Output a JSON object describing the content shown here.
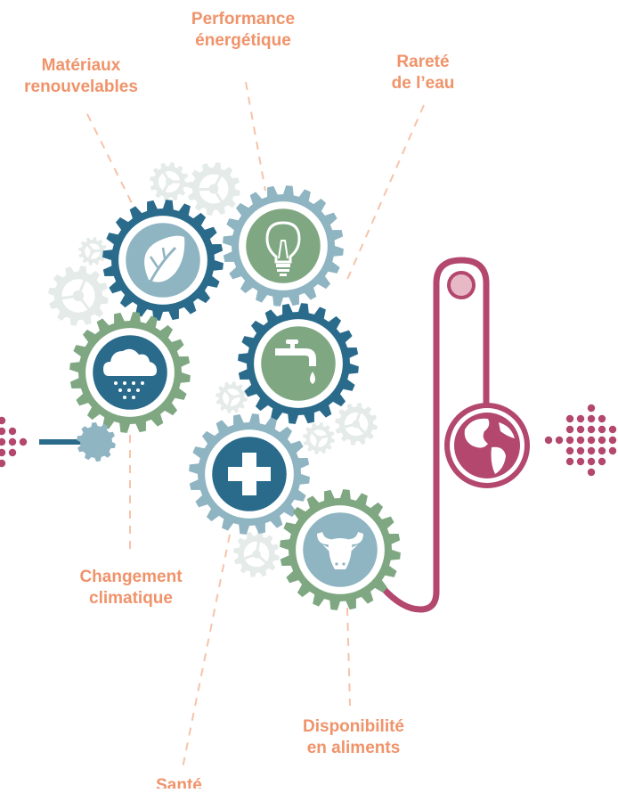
{
  "labels": {
    "materiaux": {
      "line1": "Matériaux",
      "line2": "renouvelables"
    },
    "performance": {
      "line1": "Performance",
      "line2": "énergétique"
    },
    "rarete": {
      "line1": "Rareté",
      "line2": "de l’eau"
    },
    "changement": {
      "line1": "Changement",
      "line2": "climatique"
    },
    "disponibilite": {
      "line1": "Disponibilité",
      "line2": "en aliments"
    },
    "sante": {
      "line1": "Santé"
    }
  },
  "icons": {
    "materiaux": "leaf-icon",
    "performance": "lightbulb-icon",
    "rarete": "water-tap-icon",
    "changement": "rain-cloud-icon",
    "sante": "plus-icon",
    "disponibilite": "bull-head-icon",
    "globe": "globe-icon"
  },
  "colors": {
    "label": "#f0936a",
    "dark_blue": "#2a6b8c",
    "light_blue": "#8fb4c2",
    "green": "#7fa882",
    "magenta": "#b3476e",
    "pale_gear": "#e4ebe8"
  }
}
